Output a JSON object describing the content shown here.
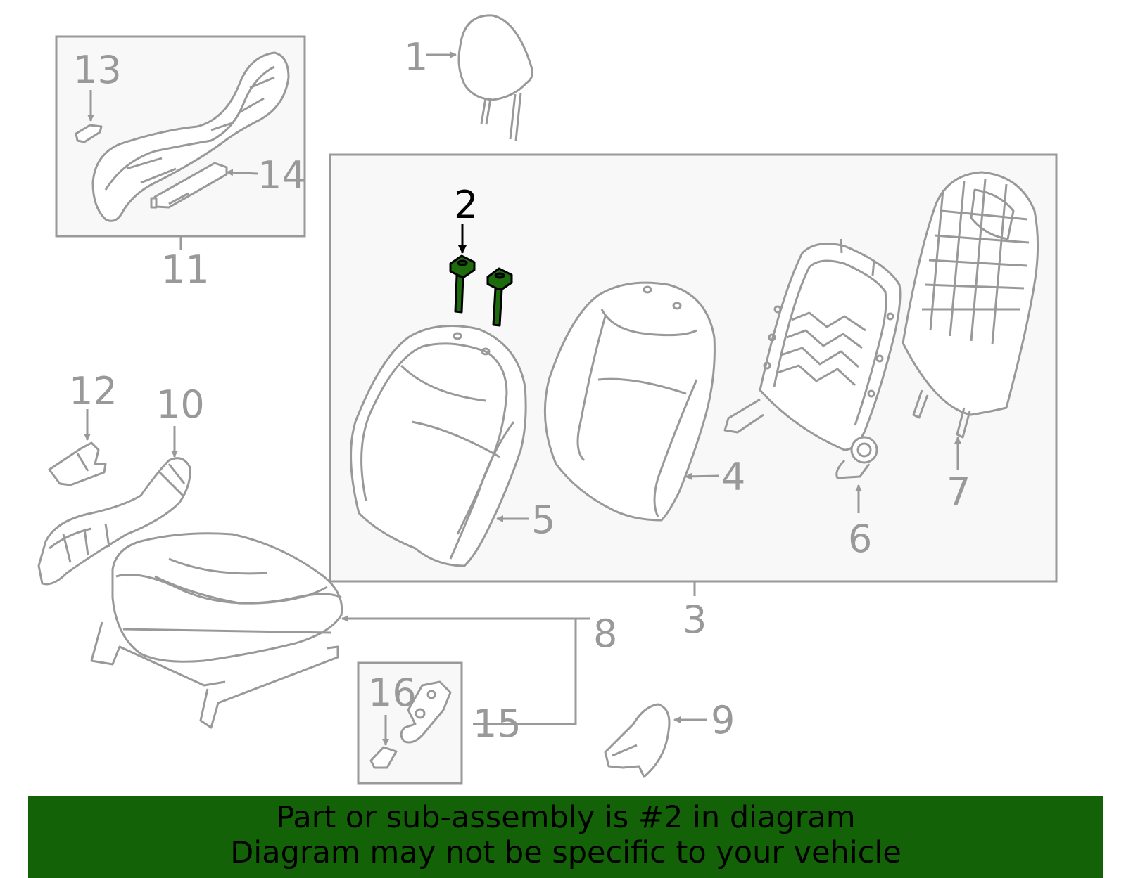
{
  "diagram": {
    "callouts": {
      "c1": "1",
      "c2": "2",
      "c3": "3",
      "c4": "4",
      "c5": "5",
      "c6": "6",
      "c7": "7",
      "c8": "8",
      "c9": "9",
      "c10": "10",
      "c11": "11",
      "c12": "12",
      "c13": "13",
      "c14": "14",
      "c15": "15",
      "c16": "16"
    },
    "highlighted_part": "2",
    "colors": {
      "line": "#999999",
      "box_fill": "#f8f8f8",
      "highlight_fill": "#1e6b0e",
      "highlight_stroke": "#000000",
      "banner": "#136207"
    }
  },
  "banner": {
    "line1": "Part or sub-assembly is #2 in diagram",
    "line2": "Diagram may not be specific to your vehicle"
  }
}
